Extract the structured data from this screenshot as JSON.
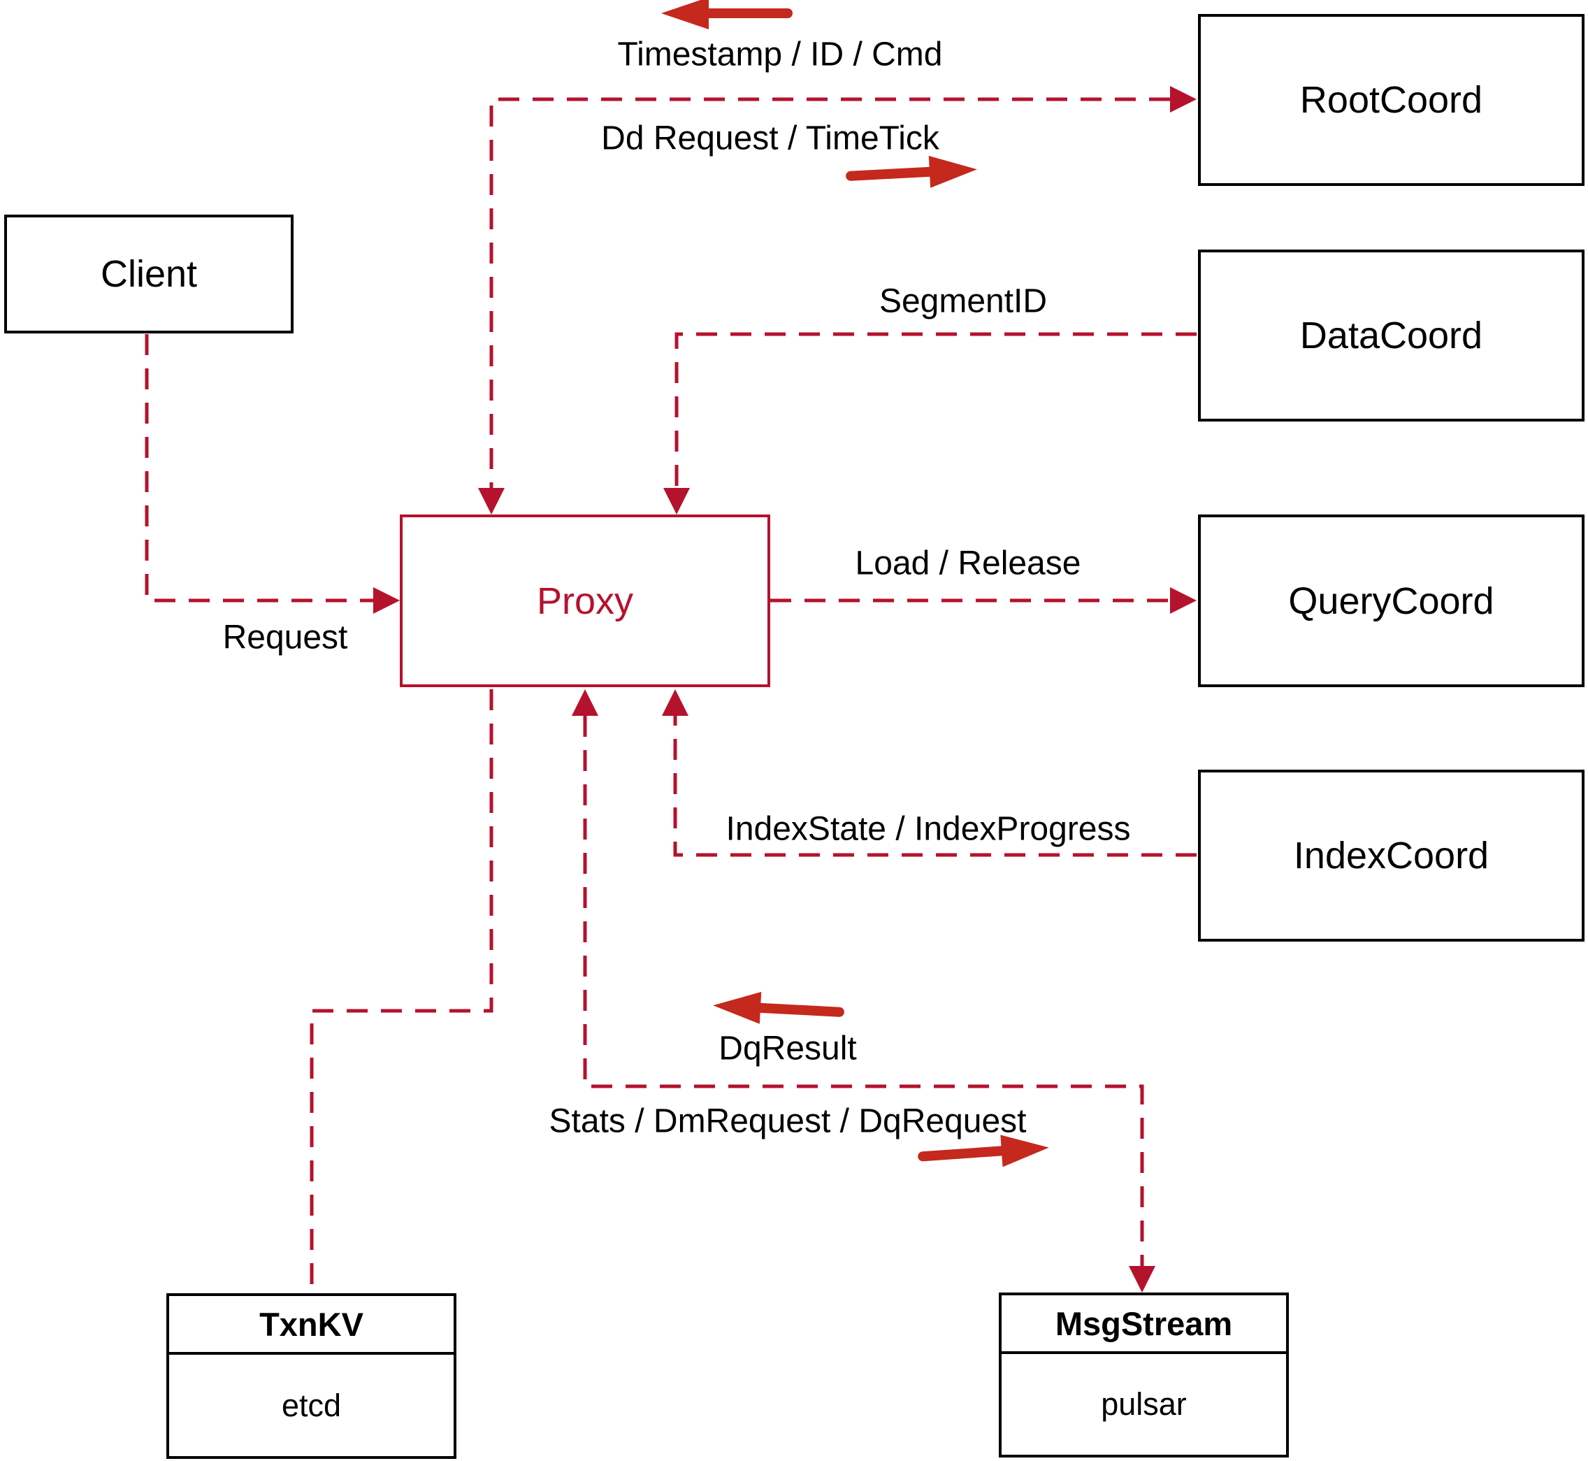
{
  "diagram": {
    "nodes": {
      "client": {
        "label": "Client"
      },
      "proxy": {
        "label": "Proxy"
      },
      "root_coord": {
        "label": "RootCoord"
      },
      "data_coord": {
        "label": "DataCoord"
      },
      "query_coord": {
        "label": "QueryCoord"
      },
      "index_coord": {
        "label": "IndexCoord"
      },
      "txn_kv": {
        "title": "TxnKV",
        "impl": "etcd"
      },
      "msg_stream": {
        "title": "MsgStream",
        "impl": "pulsar"
      }
    },
    "edges": [
      {
        "from": "Client",
        "to": "Proxy",
        "labels": [
          "Request"
        ]
      },
      {
        "from": "Proxy",
        "to": "RootCoord",
        "labels": [
          "Timestamp / ID / Cmd",
          "Dd Request / TimeTick"
        ]
      },
      {
        "from": "DataCoord",
        "to": "Proxy",
        "labels": [
          "SegmentID"
        ]
      },
      {
        "from": "Proxy",
        "to": "QueryCoord",
        "labels": [
          "Load / Release"
        ]
      },
      {
        "from": "IndexCoord",
        "to": "Proxy",
        "labels": [
          "IndexState / IndexProgress"
        ]
      },
      {
        "from": "Proxy",
        "to": "TxnKV",
        "labels": []
      },
      {
        "from": "Proxy",
        "to": "MsgStream",
        "labels": [
          "DqResult",
          "Stats / DmRequest / DqRequest"
        ]
      }
    ],
    "colors": {
      "edge": "#b5122d",
      "direction_arrow": "#c5281c",
      "proxy_accent": "#b5122d",
      "box_border": "#000000",
      "text": "#000000",
      "background": "#ffffff"
    }
  }
}
